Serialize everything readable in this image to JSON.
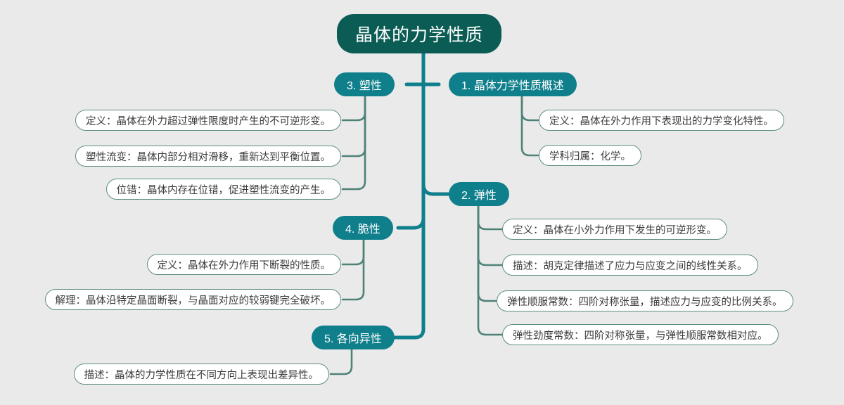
{
  "colors": {
    "background": "#eaeaea",
    "root_fill": "#0b5c54",
    "branch_fill": "#0f7f8c",
    "trunk_line": "#0f7f8c",
    "leaf_line": "#5d8d83",
    "leaf_fill": "#ffffff",
    "leaf_text": "#3a3a3a",
    "node_text": "#ffffff"
  },
  "root": {
    "title": "晶体的力学性质"
  },
  "branches": [
    {
      "id": "overview",
      "label": "1. 晶体力学性质概述",
      "side": "right",
      "leaves": [
        {
          "label": "定义：晶体在外力作用下表现出的力学变化特性。"
        },
        {
          "label": "学科归属：化学。"
        }
      ]
    },
    {
      "id": "elasticity",
      "label": "2. 弹性",
      "side": "right",
      "leaves": [
        {
          "label": "定义：晶体在小外力作用下发生的可逆形变。"
        },
        {
          "label": "描述：胡克定律描述了应力与应变之间的线性关系。"
        },
        {
          "label": "弹性顺服常数：四阶对称张量，描述应力与应变的比例关系。"
        },
        {
          "label": "弹性劲度常数：四阶对称张量，与弹性顺服常数相对应。"
        }
      ]
    },
    {
      "id": "plasticity",
      "label": "3. 塑性",
      "side": "left",
      "leaves": [
        {
          "label": "定义：晶体在外力超过弹性限度时产生的不可逆形变。"
        },
        {
          "label": "塑性流变：晶体内部分相对滑移，重新达到平衡位置。"
        },
        {
          "label": "位错：晶体内存在位错，促进塑性流变的产生。"
        }
      ]
    },
    {
      "id": "brittleness",
      "label": "4. 脆性",
      "side": "left",
      "leaves": [
        {
          "label": "定义：晶体在外力作用下断裂的性质。"
        },
        {
          "label": "解理：晶体沿特定晶面断裂，与晶面对应的较弱键完全破坏。"
        }
      ]
    },
    {
      "id": "anisotropy",
      "label": "5. 各向异性",
      "side": "left",
      "leaves": [
        {
          "label": "描述：晶体的力学性质在不同方向上表现出差异性。"
        }
      ]
    }
  ]
}
